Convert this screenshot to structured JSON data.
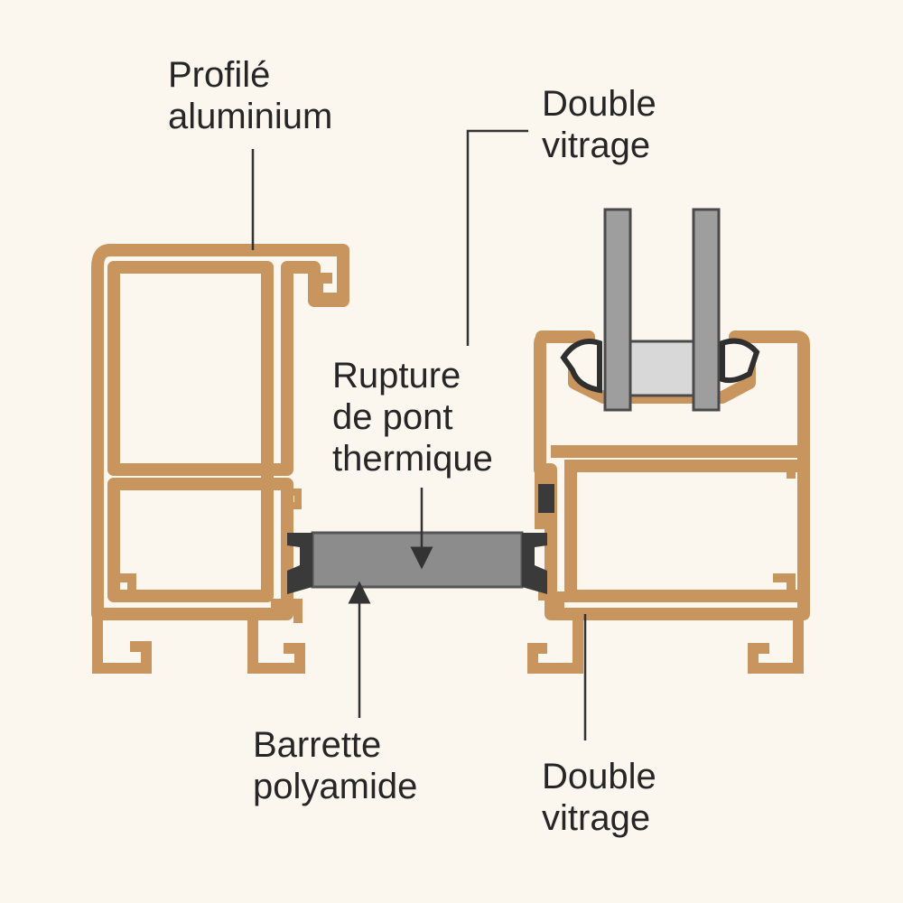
{
  "labels": {
    "aluminium_profile": "Profilé\naluminium",
    "glazing_top": "Double\nvitrage",
    "thermal_break": "Rupture\nde pont\nthermique",
    "polyamide_bar": "Barrette\npolyamide",
    "glazing_bottom": "Double\nvitrage"
  },
  "colors": {
    "background": "#fbf6ee",
    "aluminium_outline": "#c9955f",
    "aluminium_fill": "#fbf6ee",
    "polyamide": "#8c8c8c",
    "gasket": "#2f2f2f",
    "glass": "#9e9e9e",
    "glass_spacer": "#d8d8d8",
    "leader_line": "#333333"
  }
}
